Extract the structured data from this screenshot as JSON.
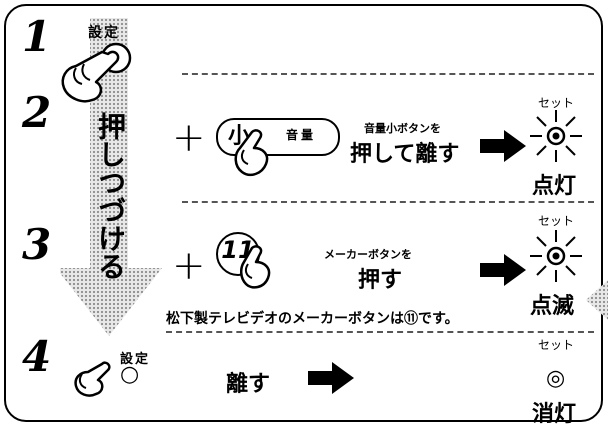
{
  "steps": {
    "s1": {
      "num": "1",
      "button": "設定"
    },
    "s2": {
      "num": "2",
      "hold_text": "押しつづける",
      "button_small": "小",
      "button_volume": "音量",
      "caption_small": "音量小ボタンを",
      "caption_big": "押して離す",
      "set_label": "セット",
      "status": "点灯"
    },
    "s3": {
      "num": "3",
      "button_num": "11",
      "caption_small": "メーカーボタンを",
      "caption_big": "押す",
      "set_label": "セット",
      "status": "点滅",
      "note": "松下製テレビデオのメーカーボタンは⑪です。"
    },
    "s4": {
      "num": "4",
      "button": "設定",
      "verb": "離す",
      "set_label": "セット",
      "status": "消灯"
    }
  },
  "symbols": {
    "plus": "+",
    "circle": "○",
    "led_off": "◎"
  },
  "icons": [
    "hand-pointer-icon",
    "arrow-right-icon",
    "led-lit-icon",
    "led-blink-icon",
    "led-off-icon",
    "arrow-down-icon"
  ]
}
